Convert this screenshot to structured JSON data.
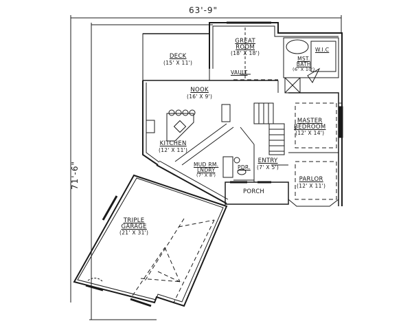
{
  "dimensions": {
    "overall_width": "63'-9\"",
    "overall_depth": "71'-6\""
  },
  "rooms": [
    {
      "id": "great-room",
      "name": "GREAT ROOM",
      "size": "(18' X 18')",
      "note": "VAULT"
    },
    {
      "id": "deck",
      "name": "DECK",
      "size": "(15' X 11')"
    },
    {
      "id": "mst-bath",
      "name": "MST. BATH",
      "size": "(6' X 10')"
    },
    {
      "id": "wic",
      "name": "W.I.C"
    },
    {
      "id": "nook",
      "name": "NOOK",
      "size": "(16' X 9')"
    },
    {
      "id": "kitchen",
      "name": "KITCHEN",
      "size": "(12' X 11')"
    },
    {
      "id": "master-bedroom",
      "name": "MASTER BEDROOM",
      "size": "(12' X 14')"
    },
    {
      "id": "mud-rm",
      "name": "MUD RM. LNDRY",
      "size": "(7' X 8')"
    },
    {
      "id": "pdr",
      "name": "PDR."
    },
    {
      "id": "entry",
      "name": "ENTRY",
      "size": "(7' X 5')"
    },
    {
      "id": "parlor",
      "name": "PARLOR",
      "size": "(12' X 11')"
    },
    {
      "id": "porch",
      "name": "PORCH"
    },
    {
      "id": "garage",
      "name": "TRIPLE GARAGE",
      "size": "(21' X 31')"
    }
  ],
  "labels": {
    "great_room_1": "GREAT",
    "great_room_2": "ROOM",
    "great_room_size": "(18' X 18')",
    "vault": "VAULT",
    "deck": "DECK",
    "deck_size": "(15' X 11')",
    "wic": "W.I.C",
    "mst_bath_1": "MST.",
    "mst_bath_2": "BATH",
    "mst_bath_size": "(6' X 10')",
    "nook": "NOOK",
    "nook_size": "(16' X 9')",
    "kitchen": "KITCHEN",
    "kitchen_size": "(12' X 11')",
    "master_1": "MASTER",
    "master_2": "BEDROOM",
    "master_size": "(12' X 14')",
    "mud_1": "MUD RM.",
    "mud_2": "LNDRY",
    "mud_size": "(7' X 8')",
    "pdr": "PDR.",
    "entry": "ENTRY",
    "entry_size": "(7' X 5')",
    "parlor": "PARLOR",
    "parlor_size": "(12' X 11')",
    "porch": "PORCH",
    "garage_1": "TRIPLE",
    "garage_2": "GARAGE",
    "garage_size": "(21' X 31')"
  },
  "colors": {
    "line": "#1a1a1a",
    "background": "#ffffff"
  }
}
